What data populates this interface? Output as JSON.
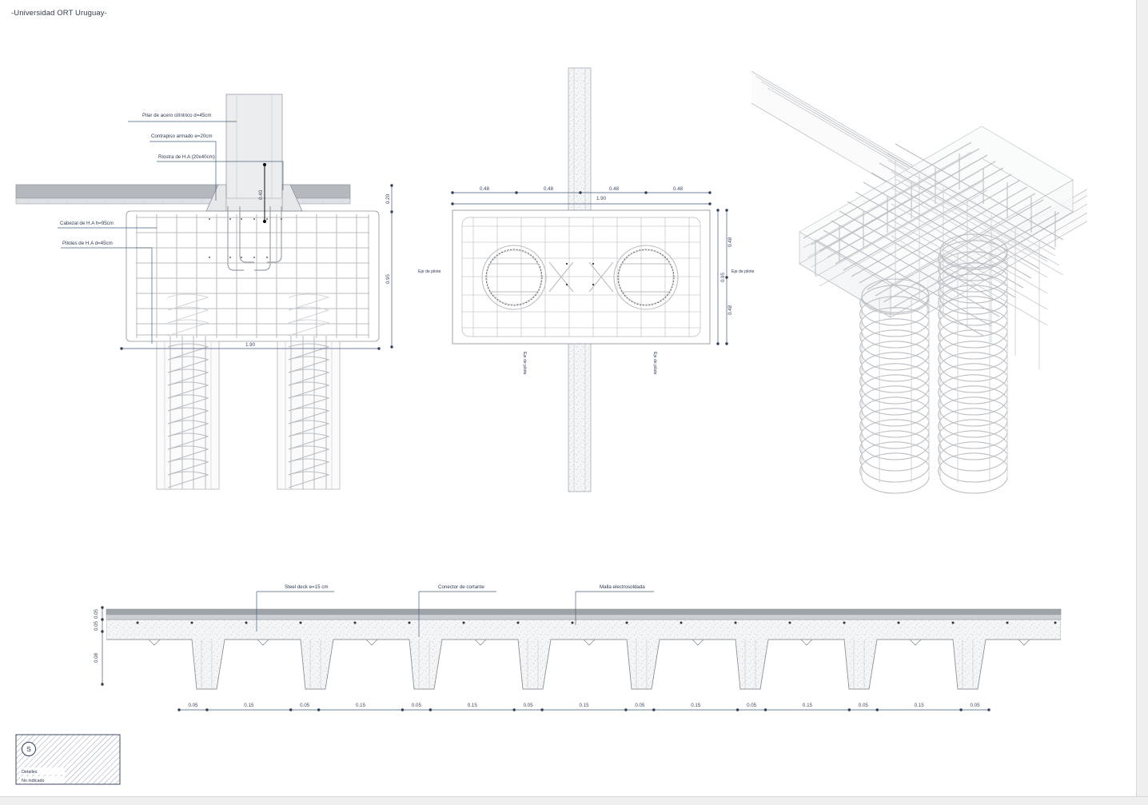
{
  "sheet": {
    "title": "-Universidad ORT Uruguay-"
  },
  "title_block": {
    "name": "Detalles",
    "scale": "No indicado",
    "marker": "S"
  },
  "elevation_view": {
    "name": "pile-cap-elevation",
    "callouts": [
      {
        "id": "pilar",
        "text": "Pilar de acero cilíntrico d=45cm"
      },
      {
        "id": "contrapiso",
        "text": "Contrapiso armado e=20cm"
      },
      {
        "id": "riostra",
        "text": "Riostra de H.A (20x40cm)"
      },
      {
        "id": "cabezal",
        "text": "Cabezal de H.A  h=95cm"
      },
      {
        "id": "pilotes",
        "text": "Pilotes de H.A d=45cm"
      }
    ],
    "dimensions": {
      "riostra_height": "0.40",
      "contrapiso_thickness": "0.20",
      "cabezal_height": "0.95",
      "cabezal_width": "1.90"
    }
  },
  "plan_view": {
    "name": "pile-cap-plan",
    "top_dimensions": [
      "0.48",
      "0.48",
      "0.48",
      "0.48"
    ],
    "total_width": "1.90",
    "right_dimensions": [
      "0.48",
      "0.95",
      "0.48"
    ],
    "axis_labels": {
      "left": "Eje de pilote",
      "right": "Eje de pilote",
      "bottom_left": "Eje de pilote",
      "bottom_right": "Eje de pilote"
    }
  },
  "iso_view": {
    "name": "rebar-cage-isometric"
  },
  "slab_section": {
    "name": "steel-deck-slab-section",
    "callouts": [
      {
        "id": "steeldeck",
        "text": "Steel deck e=15 cm"
      },
      {
        "id": "conector",
        "text": "Conector de cortante"
      },
      {
        "id": "malla",
        "text": "Malla electrosoldada"
      }
    ],
    "vertical_dimensions": [
      "0.05",
      "0.05",
      "0.08"
    ],
    "bottom_dimensions": [
      "0.05",
      "0.15",
      "0.05",
      "0.15",
      "0.05",
      "0.15",
      "0.05",
      "0.15",
      "0.05",
      "0.15",
      "0.05",
      "0.15",
      "0.05",
      "0.15",
      "0.05"
    ]
  },
  "colors": {
    "line": "#8c9299",
    "rebar": "#b9bdc2",
    "dimension": "#44597a",
    "text": "#2f3a52",
    "concrete": "#f3f4f5",
    "deck": "#9fa4a9"
  }
}
